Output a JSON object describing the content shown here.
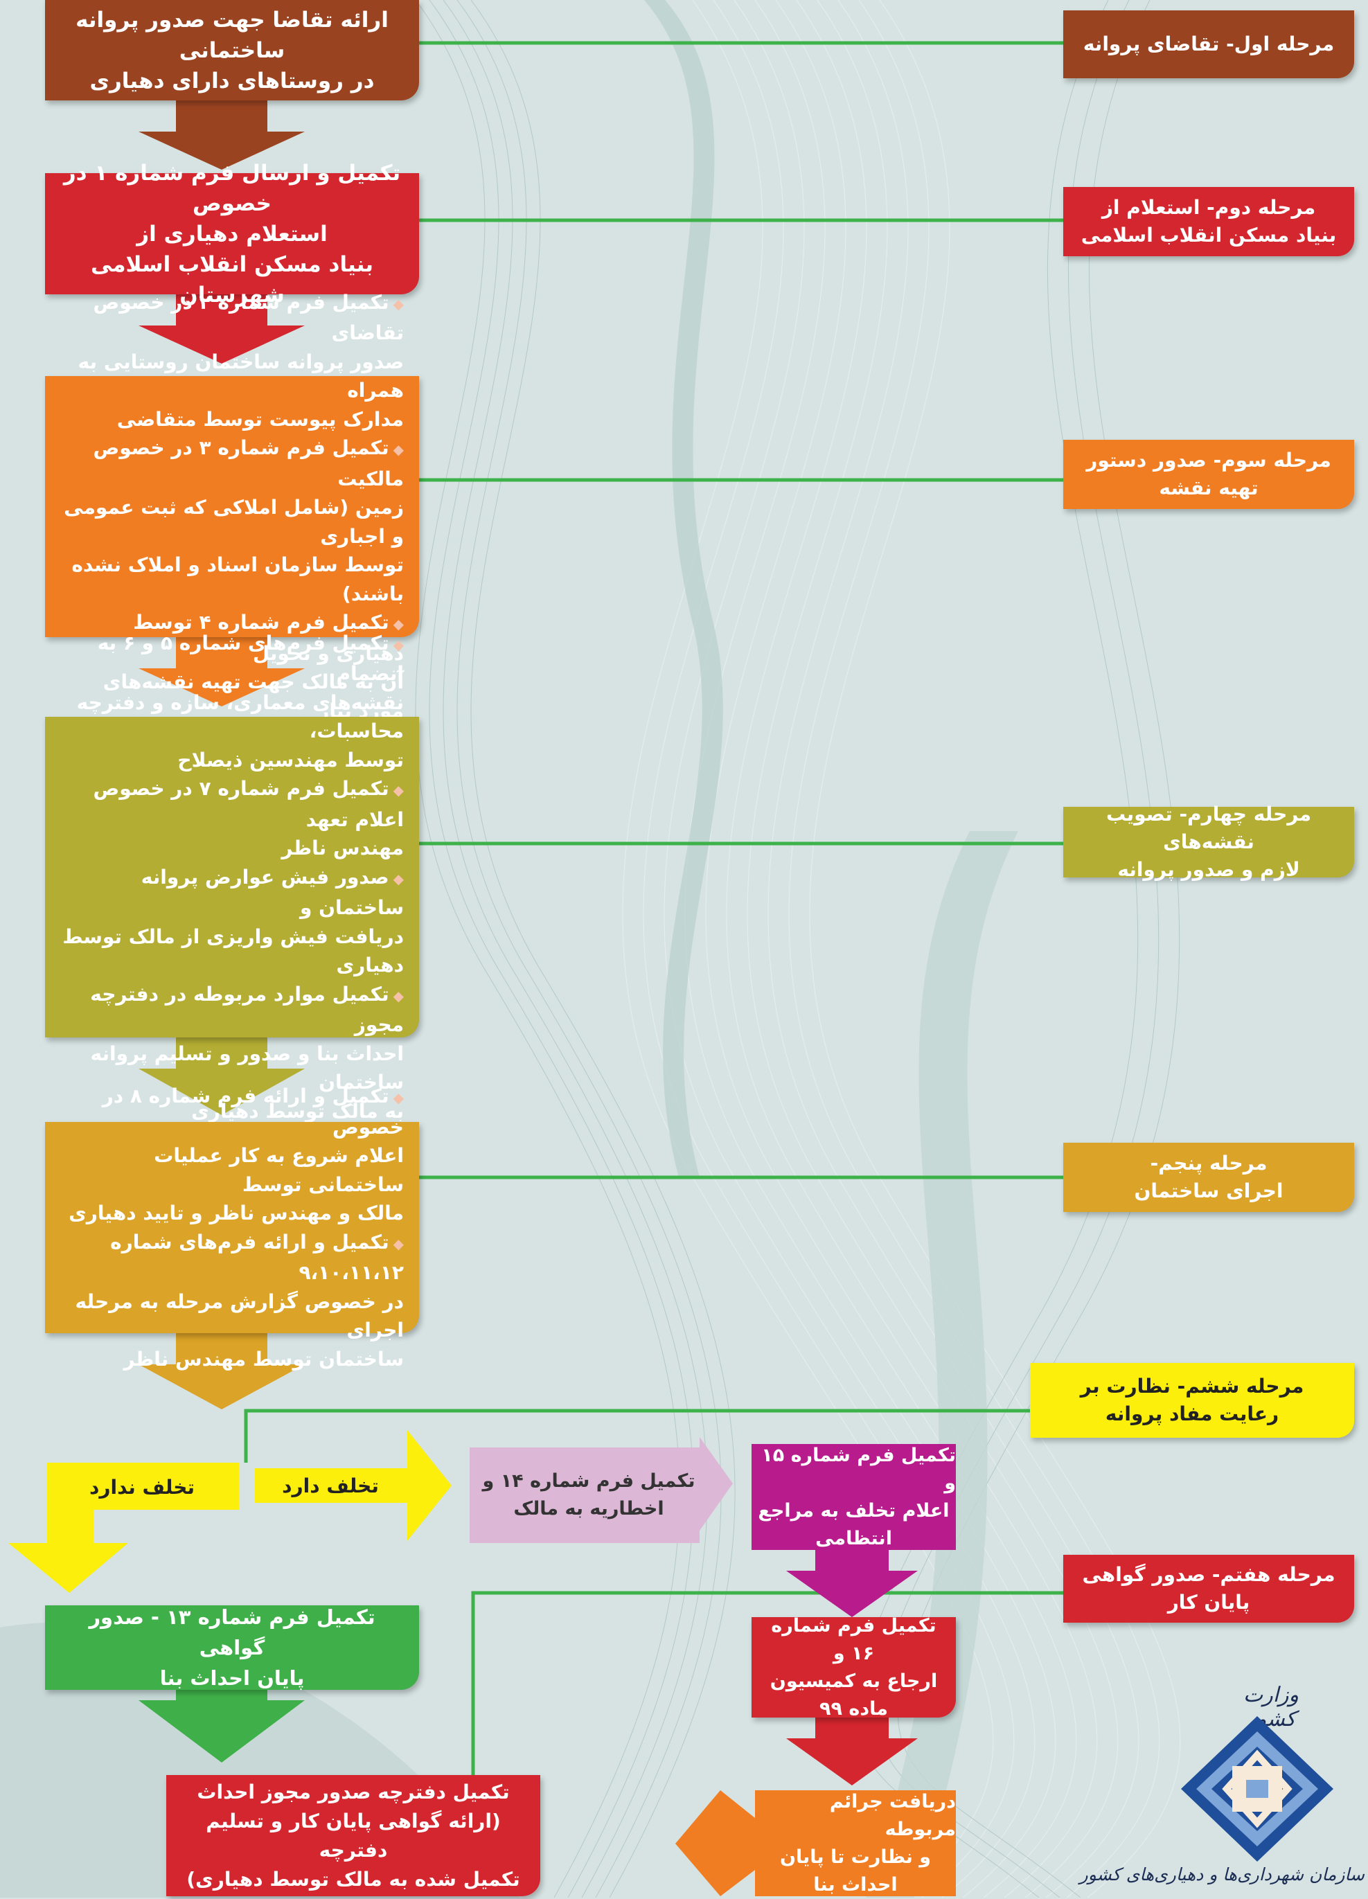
{
  "colors": {
    "brown": "#9a4321",
    "red": "#d4262e",
    "orange": "#f07d22",
    "olive": "#b3ad34",
    "gold": "#dba327",
    "yellow": "#fcef0b",
    "pink": "#ddb8d6",
    "magenta": "#b71b8c",
    "green": "#3fb049",
    "connector": "#3db24a"
  },
  "stages": [
    {
      "lines": [
        "مرحله اول- تقاضای پروانه"
      ]
    },
    {
      "lines": [
        "مرحله دوم- استعلام از",
        "بنیاد مسکن انقلاب اسلامی"
      ]
    },
    {
      "lines": [
        "مرحله سوم- صدور دستور",
        "تهیه نقشه"
      ]
    },
    {
      "lines": [
        "مرحله چهارم- تصویب نقشه‌های",
        "لازم و صدور پروانه"
      ]
    },
    {
      "lines": [
        "مرحله پنجم-",
        "اجرای ساختمان"
      ]
    },
    {
      "lines": [
        "مرحله ششم- نظارت بر",
        "رعایت مفاد پروانه"
      ]
    },
    {
      "lines": [
        "مرحله هفتم- صدور گواهی",
        "پایان کار"
      ]
    }
  ],
  "steps": {
    "step1": {
      "lines": [
        "ارائه تقاضا جهت صدور پروانه ساختمانی",
        "در روستاهای دارای دهیاری"
      ]
    },
    "step2": {
      "lines": [
        "تکمیل و ارسال فرم شماره ۱ در خصوص",
        "استعلام دهیاری از",
        "بنیاد مسکن انقلاب اسلامی شهرستان"
      ]
    },
    "step3": {
      "items": [
        [
          "تکمیل فرم شماره ۲ در خصوص تقاضای",
          "صدور پروانه ساختمان روستایی به همراه",
          "مدارک پیوست توسط متقاضی"
        ],
        [
          "تکمیل فرم شماره ۳ در خصوص مالکیت",
          "زمین (شامل املاکی که ثبت عمومی و اجباری",
          "توسط سازمان اسناد و املاک نشده باشند)"
        ],
        [
          "تکمیل فرم شماره ۴ توسط دهیاری و تحویل",
          "آن به مالک جهت تهیه نقشه‌های مورد نیاز"
        ]
      ]
    },
    "step4": {
      "items": [
        [
          "تکمیل فرم‌های شماره ۵ و ۶ به انضمام",
          "نقشه‌های معماری، سازه و دفترچه محاسبات،",
          "توسط مهندسین ذیصلاح"
        ],
        [
          "تکمیل فرم شماره ۷ در خصوص اعلام تعهد",
          "مهندس ناظر"
        ],
        [
          "صدور فیش عوارض پروانه ساختمان و",
          "دریافت فیش واریزی از مالک توسط دهیاری"
        ],
        [
          "تکمیل موارد مربوطه در دفترچه مجوز",
          "احداث بنا و صدور و تسلیم پروانه ساختمان",
          "به مالک توسط دهیاری"
        ]
      ]
    },
    "step5": {
      "items": [
        [
          "تکمیل و ارائه فرم شماره ۸ در خصوص",
          "اعلام شروع به کار عملیات ساختمانی توسط",
          "مالک و مهندس ناظر و تایید دهیاری"
        ],
        [
          "تکمیل و ارائه فرم‌های شماره ۹،۱۰،۱۱،۱۲",
          "در خصوص گزارش مرحله به مرحله اجرای",
          "ساختمان توسط مهندس ناظر"
        ]
      ]
    },
    "violation_yes": "تخلف دارد",
    "violation_no": "تخلف ندارد",
    "form14": {
      "lines": [
        "تکمیل فرم شماره ۱۴ و",
        "اخطاریه به مالک"
      ]
    },
    "form15": {
      "lines": [
        "تکمیل فرم شماره ۱۵ و",
        "اعلام تخلف به مراجع",
        "انتظامی"
      ]
    },
    "form16": {
      "lines": [
        "تکمیل فرم شماره ۱۶ و",
        "ارجاع به کمیسیون",
        "ماده ۹۹"
      ]
    },
    "fines": {
      "lines": [
        "دریافت جرائم مربوطه",
        "و نظارت تا پایان",
        "احداث بنا"
      ]
    },
    "form13": {
      "lines": [
        "تکمیل فرم شماره ۱۳ - صدور گواهی",
        "پایان احداث بنا"
      ]
    },
    "final": {
      "lines": [
        "تکمیل دفترچه صدور مجوز احداث",
        "(ارائه گواهی پایان کار و تسلیم دفترچه",
        "تکمیل شده به مالک توسط دهیاری)"
      ]
    }
  },
  "logo": {
    "top_text": "وزارت کشور",
    "bottom_text": "سازمان شهرداری‌ها و دهیاری‌های کشور",
    "colors": {
      "blue": "#1f4e9a",
      "light_blue": "#7fa6d9",
      "cream": "#f7ead8"
    }
  }
}
